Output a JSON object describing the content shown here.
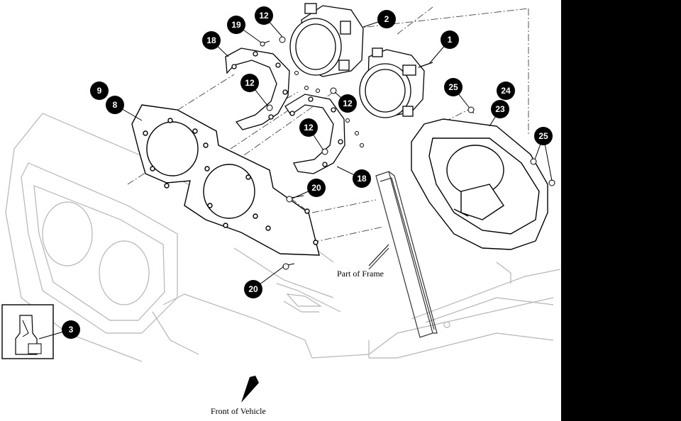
{
  "callouts": [
    {
      "id": "c1",
      "text": "1"
    },
    {
      "id": "c2",
      "text": "2"
    },
    {
      "id": "c3",
      "text": "3"
    },
    {
      "id": "c8",
      "text": "8"
    },
    {
      "id": "c9",
      "text": "9"
    },
    {
      "id": "c12a",
      "text": "12"
    },
    {
      "id": "c12b",
      "text": "12"
    },
    {
      "id": "c12c",
      "text": "12"
    },
    {
      "id": "c12d",
      "text": "12"
    },
    {
      "id": "c18a",
      "text": "18"
    },
    {
      "id": "c18b",
      "text": "18"
    },
    {
      "id": "c19",
      "text": "19"
    },
    {
      "id": "c20a",
      "text": "20"
    },
    {
      "id": "c20b",
      "text": "20"
    },
    {
      "id": "c23",
      "text": "23"
    },
    {
      "id": "c24",
      "text": "24"
    },
    {
      "id": "c25a",
      "text": "25"
    },
    {
      "id": "c25b",
      "text": "25"
    }
  ],
  "labels": {
    "part_of_frame": "Part of Frame",
    "front_of_vehicle": "Front of Vehicle"
  }
}
